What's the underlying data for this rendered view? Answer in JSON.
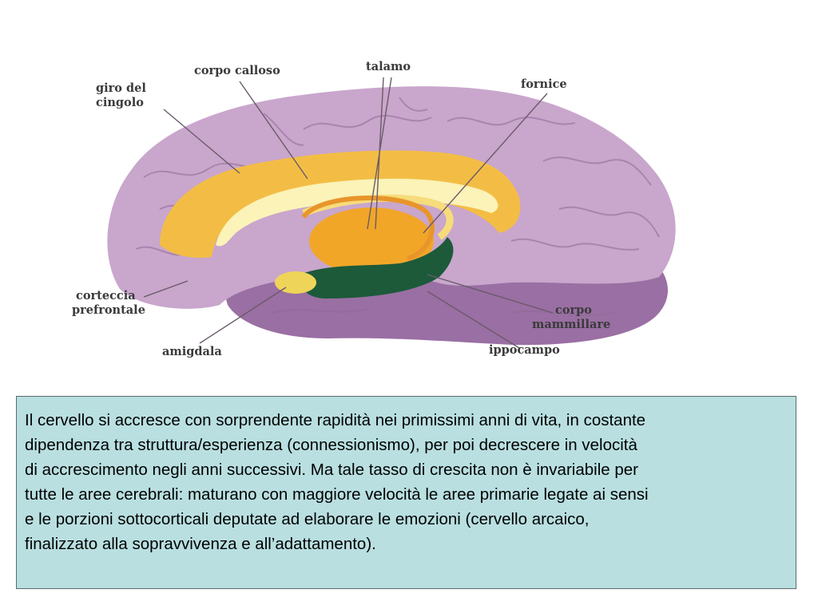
{
  "diagram": {
    "labels": {
      "corpo_calloso": "corpo calloso",
      "talamo": "talamo",
      "giro_line1": "giro del",
      "giro_line2": "cingolo",
      "fornice": "fornice",
      "corteccia_line1": "corteccia",
      "corteccia_line2": "prefrontale",
      "corpo_mamm_line1": "corpo",
      "corpo_mamm_line2": "mammillare",
      "amigdala": "amigdala",
      "ippocampo": "ippocampo"
    },
    "colors": {
      "cortex": "#c9a6cc",
      "cortex_dark": "#9a6fa3",
      "cingulate": "#f3bd45",
      "callosum": "#fbf3b8",
      "thalamus": "#f1a628",
      "hippocampus": "#1c5a3a",
      "amygdala": "#efd45a"
    }
  },
  "caption": {
    "lines": [
      "Il cervello si accresce con sorprendente rapidità nei primissimi anni di vita, in costante",
      "dipendenza tra struttura/esperienza (connessionismo), per poi decrescere in velocità",
      "di accrescimento negli anni successivi. Ma tale tasso di crescita non è invariabile per",
      "tutte le aree cerebrali: maturano con maggiore velocità le aree primarie legate ai sensi",
      "e le porzioni sottocorticali deputate ad elaborare le emozioni (cervello arcaico,",
      "finalizzato alla sopravvivenza e all’adattamento)."
    ]
  }
}
